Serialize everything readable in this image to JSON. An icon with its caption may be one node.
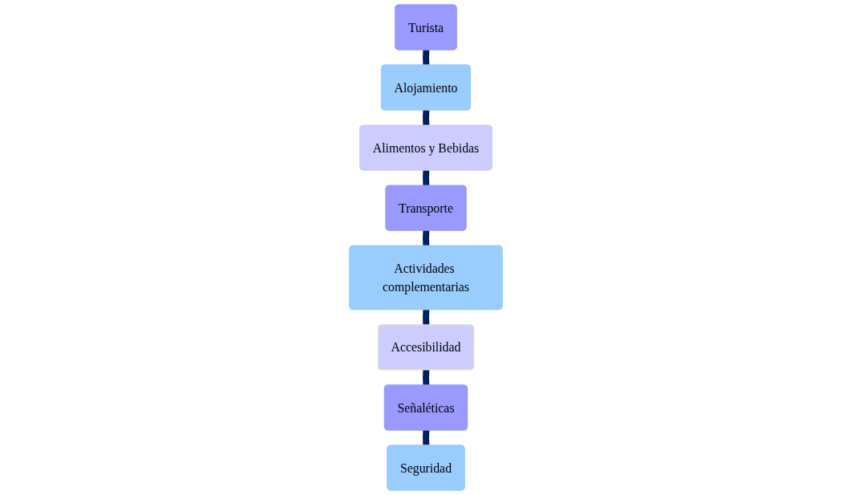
{
  "diagram": {
    "nodes": [
      {
        "text": [
          "Turista"
        ]
      },
      {
        "text": [
          "Alojamiento"
        ]
      },
      {
        "text": [
          "Alimentos y Bebidas"
        ]
      },
      {
        "text": [
          "Transporte"
        ]
      },
      {
        "text": [
          "Actividades complementarias"
        ]
      },
      {
        "text": [
          "Accesibilidad"
        ]
      },
      {
        "text": [
          "Señaléticas"
        ]
      },
      {
        "text": [
          "Seguridad"
        ]
      }
    ],
    "edges": [
      {
        "from": 0,
        "to": 1,
        "arrow": "none"
      },
      {
        "from": 1,
        "to": 2,
        "arrow": "none"
      },
      {
        "from": 2,
        "to": 3,
        "arrow": "none"
      },
      {
        "from": 3,
        "to": 4,
        "arrow": "none"
      },
      {
        "from": 4,
        "to": 5,
        "arrow": "none"
      },
      {
        "from": 5,
        "to": 6,
        "arrow": "none"
      },
      {
        "from": 6,
        "to": 7,
        "arrow": "none"
      }
    ]
  }
}
